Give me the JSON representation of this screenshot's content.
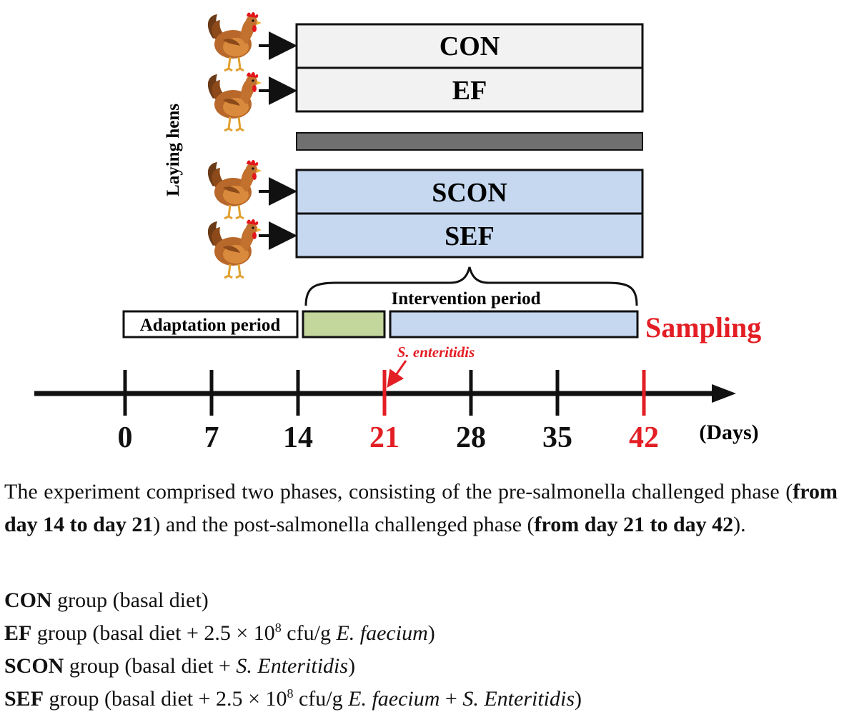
{
  "groups": {
    "con": "CON",
    "ef": "EF",
    "scon": "SCON",
    "sef": "SEF"
  },
  "vertical_label": "Laying hens",
  "periods": {
    "adaptation": "Adaptation period",
    "intervention": "Intervention period",
    "sampling": "Sampling",
    "challenge": "S. enteritidis"
  },
  "timeline": {
    "ticks": [
      {
        "label": "0",
        "color": "#111111"
      },
      {
        "label": "7",
        "color": "#111111"
      },
      {
        "label": "14",
        "color": "#111111"
      },
      {
        "label": "21",
        "color": "#e31e24"
      },
      {
        "label": "28",
        "color": "#111111"
      },
      {
        "label": "35",
        "color": "#111111"
      },
      {
        "label": "42",
        "color": "#e31e24"
      }
    ],
    "unit": "(Days)"
  },
  "caption": {
    "t1": "The experiment comprised two phases, consisting of the pre-salmonella challenged phase (",
    "b1": "from day 14 to day 21",
    "t2": ") and the post-salmonella challenged phase (",
    "b2": "from day 21 to day 42",
    "t3": ")."
  },
  "legend": {
    "con": {
      "name": "CON",
      "text": " group (basal diet)"
    },
    "ef": {
      "name": "EF",
      "t1": " group (basal diet + 2.5 ",
      "times": "×",
      "base": " 10",
      "exp": "8",
      "t2": " cfu/g ",
      "sp": "E. faecium",
      "t3": ")"
    },
    "scon": {
      "name": "SCON",
      "t1": " group (basal diet + ",
      "sp": "S. Enteritidis",
      "t2": ")"
    },
    "sef": {
      "name": "SEF",
      "t1": " group (basal diet + 2.5 ",
      "times": "×",
      "base": " 10",
      "exp": "8",
      "t2": " cfu/g ",
      "sp1": "E. faecium",
      "plus": " + ",
      "sp2": "S. Enteritidis",
      "t3": ")"
    }
  },
  "colors": {
    "control_box": "#f2f2f2",
    "challenge_box": "#c5d8f0",
    "separator_bar": "#707070",
    "pre_challenge": "#c3d69b",
    "accent_red": "#e31e24"
  },
  "icons": [
    "hen-icon",
    "arrow-right-icon",
    "brace-icon"
  ]
}
